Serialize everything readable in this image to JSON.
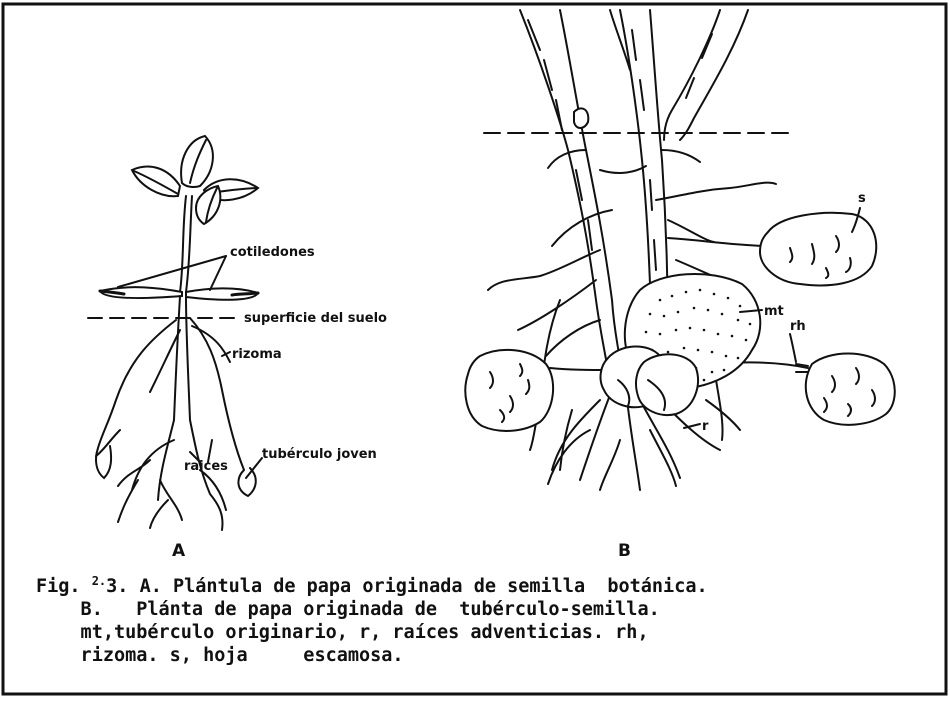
{
  "panel_a": {
    "letter": "A",
    "labels": {
      "cotiledones": "cotiledones",
      "superficie": "superficie del suelo",
      "rizoma": "rizoma",
      "raices": "raices",
      "tuberculo_joven": "tubérculo joven"
    }
  },
  "panel_b": {
    "letter": "B",
    "labels": {
      "s": "s",
      "mt": "mt",
      "rh": "rh",
      "r": "r"
    }
  },
  "caption": {
    "prefix": "Fig.",
    "superscript": "2.",
    "line1": "3. A. Plántula de papa originada de semilla  botánica.",
    "line2": "    B.   Plánta de papa originada de  tubérculo-semilla.",
    "line3": "    mt,tubérculo originario, r, raíces adventicias. rh,",
    "line4": "    rizoma. s, hoja     escamosa."
  }
}
